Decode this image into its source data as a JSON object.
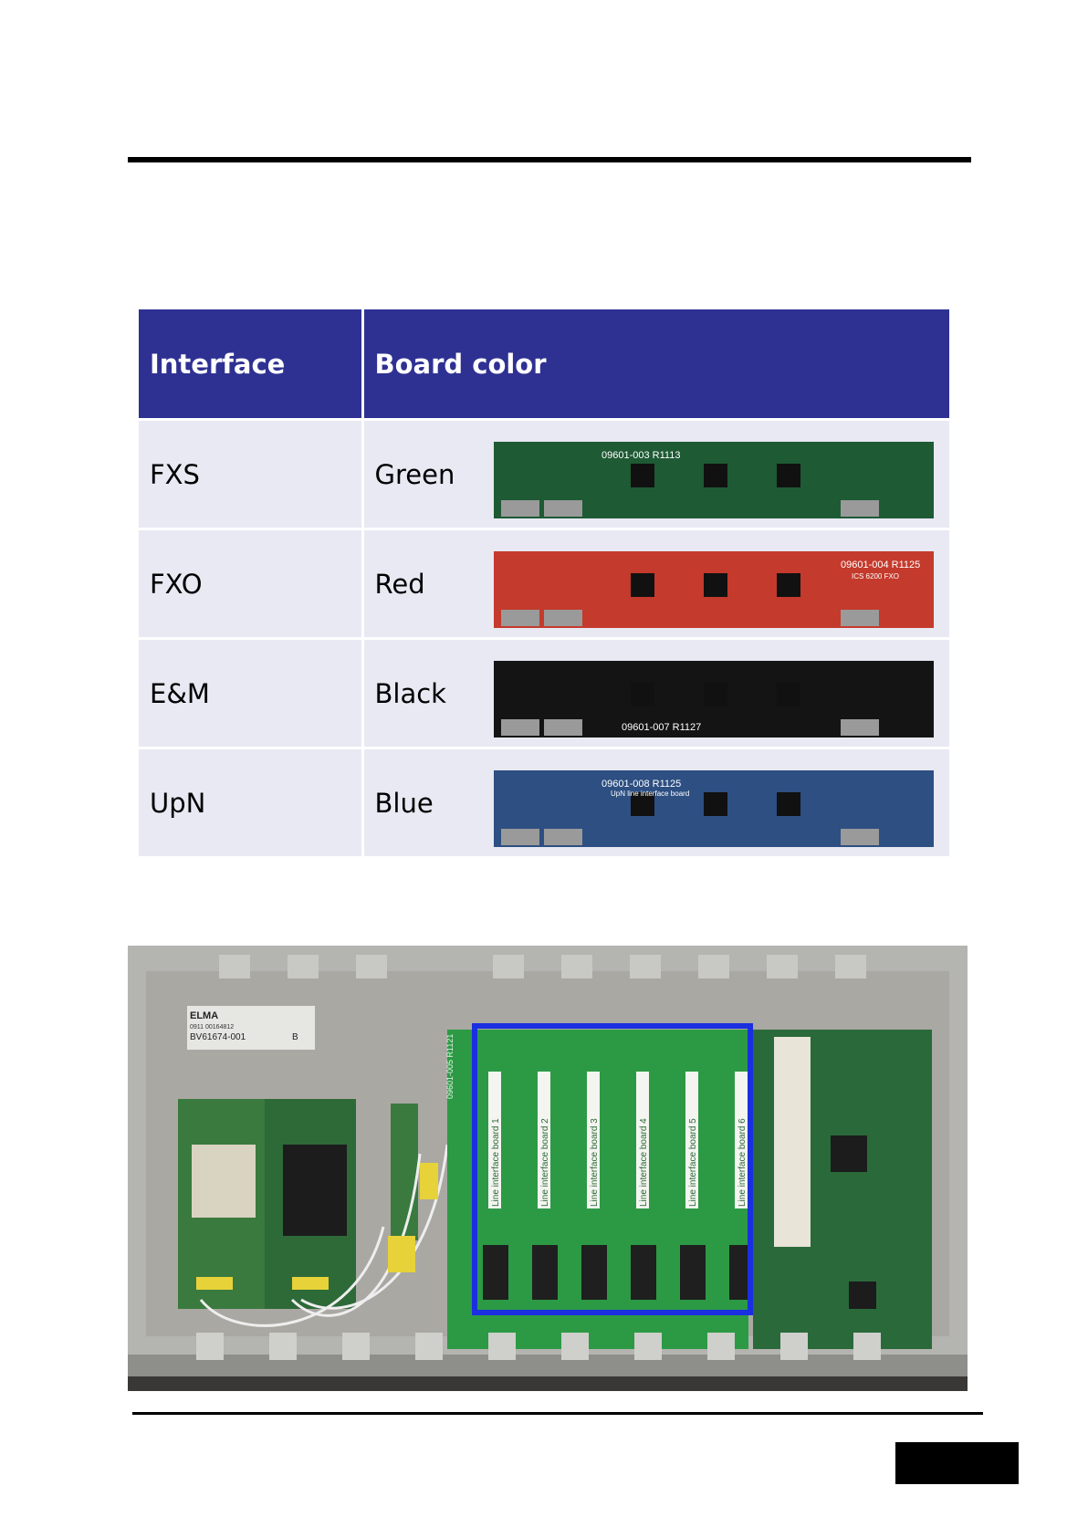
{
  "table": {
    "headers": [
      "Interface",
      "Board color"
    ],
    "rows": [
      {
        "interface": "FXS",
        "color": "Green",
        "board_fill": "#1e5a34",
        "board_label": "09601-003 R1113"
      },
      {
        "interface": "FXO",
        "color": "Red",
        "board_fill": "#c43a2c",
        "board_label": "09601-004 R1125",
        "board_label2": "ICS 6200 FXO"
      },
      {
        "interface": "E&M",
        "color": "Black",
        "board_fill": "#141414",
        "board_label": "09601-007 R1127"
      },
      {
        "interface": "UpN",
        "color": "Blue",
        "board_fill": "#2d4f82",
        "board_label": "09601-008 R1125",
        "board_label2": "UpN line interface board"
      }
    ]
  },
  "chassis": {
    "psu_label_brand": "ELMA",
    "psu_label_line1": "0911 00164812",
    "psu_label_part": "BV61674-001",
    "psu_label_rev": "B",
    "backplane_label": "09601-005 R1121",
    "slot_labels": [
      "Line interface board 1",
      "Line interface board 2",
      "Line interface board 3",
      "Line interface board 4",
      "Line interface board 5",
      "Line interface board 6"
    ],
    "highlight_color": "#1a2fe0"
  }
}
